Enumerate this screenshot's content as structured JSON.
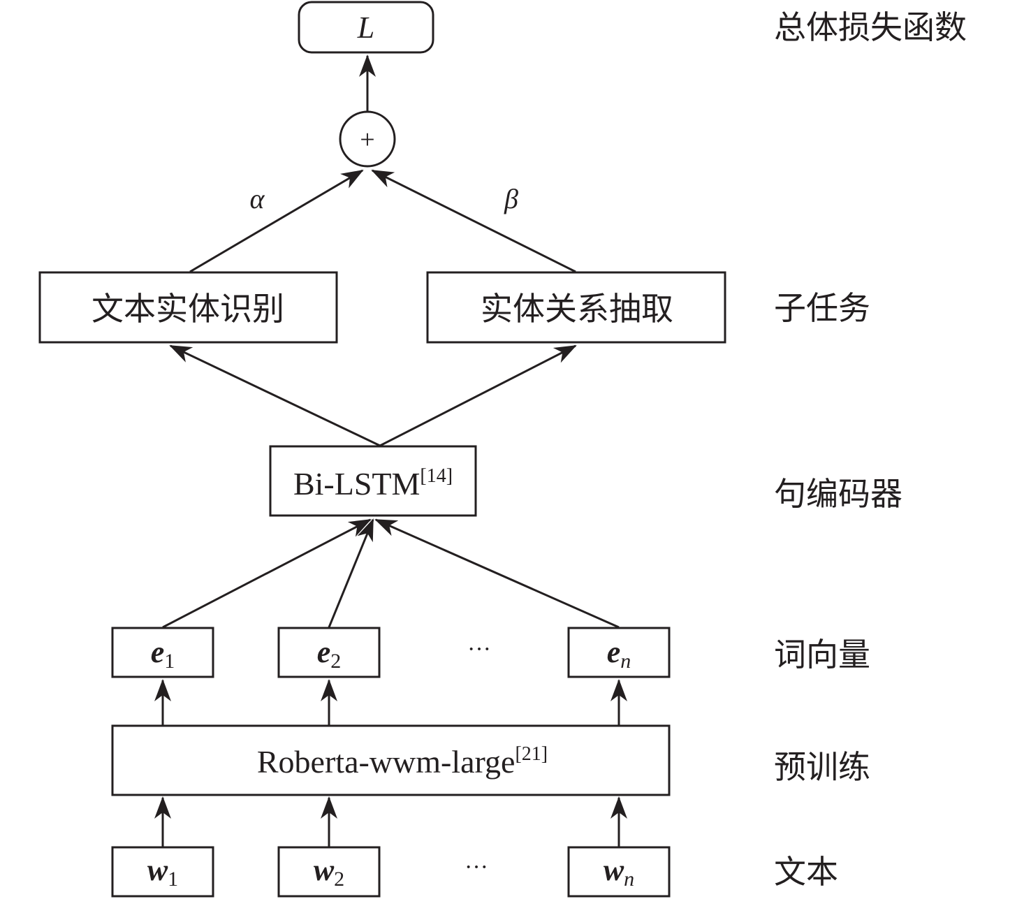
{
  "diagram": {
    "loss": {
      "label": "L"
    },
    "sum": {
      "symbol": "+"
    },
    "weights": {
      "alpha": "α",
      "beta": "β"
    },
    "subtasks": [
      {
        "label": "文本实体识别"
      },
      {
        "label": "实体关系抽取"
      }
    ],
    "encoder": {
      "label": "Bi-LSTM",
      "citation": "[14]"
    },
    "embeddings": [
      {
        "base": "e",
        "sub": "1"
      },
      {
        "base": "e",
        "sub": "2"
      },
      {
        "base": "e",
        "sub": "n"
      }
    ],
    "pretrain": {
      "label": "Roberta-wwm-large",
      "citation": "[21]"
    },
    "inputs": [
      {
        "base": "w",
        "sub": "1"
      },
      {
        "base": "w",
        "sub": "2"
      },
      {
        "base": "w",
        "sub": "n"
      }
    ],
    "ellipsis": "···",
    "layer_labels": {
      "loss": "总体损失函数",
      "subtask": "子任务",
      "encoder": "句编码器",
      "embedding": "词向量",
      "pretrain": "预训练",
      "text": "文本"
    },
    "colors": {
      "stroke": "#231f20",
      "background": "#ffffff"
    }
  }
}
